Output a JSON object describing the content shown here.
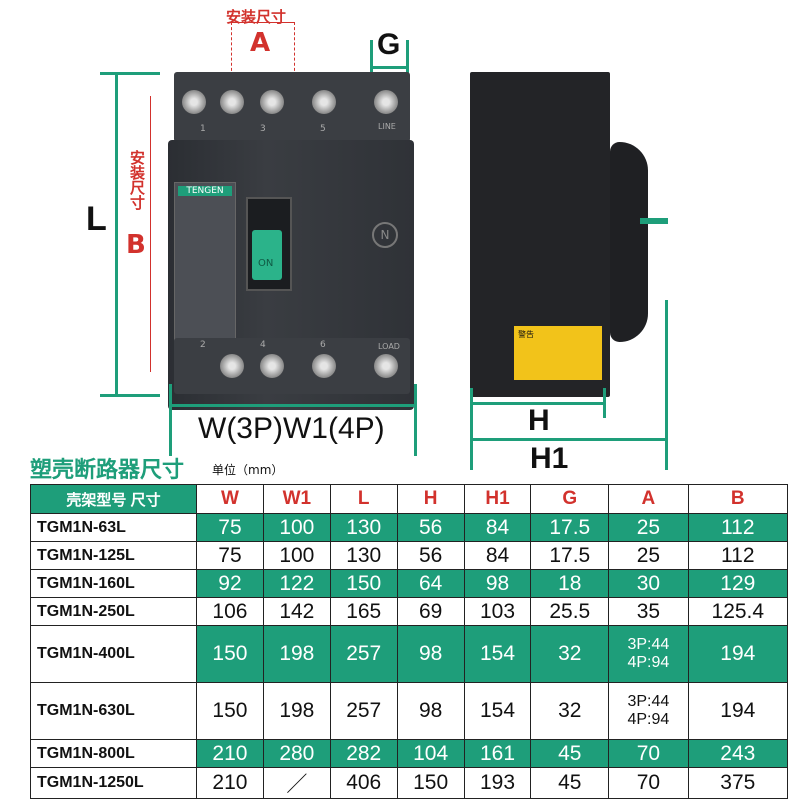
{
  "dimension_labels": {
    "install_size_top": "安装尺寸",
    "A": "A",
    "G": "G",
    "L": "L",
    "install_size_side": "安装尺寸",
    "B": "B",
    "width_label": "W(3P)W1(4P)",
    "H": "H",
    "H1": "H1"
  },
  "breaker_markings": {
    "brand": "TENGEN",
    "line": "LINE",
    "load": "LOAD",
    "neutral": "N",
    "handle_state": "ON",
    "top_poles": [
      "1",
      "3",
      "5"
    ],
    "bottom_poles": [
      "2",
      "4",
      "6"
    ],
    "warning": "警告"
  },
  "table": {
    "title": "塑壳断路器尺寸",
    "unit": "单位（mm）",
    "header_frame": "壳架型号  尺寸",
    "columns": [
      "W",
      "W1",
      "L",
      "H",
      "H1",
      "G",
      "A",
      "B"
    ],
    "rows": [
      {
        "model": "TGM1N-63L",
        "values": [
          "75",
          "100",
          "130",
          "56",
          "84",
          "17.5",
          "25",
          "112"
        ],
        "highlight": true
      },
      {
        "model": "TGM1N-125L",
        "values": [
          "75",
          "100",
          "130",
          "56",
          "84",
          "17.5",
          "25",
          "112"
        ],
        "highlight": false
      },
      {
        "model": "TGM1N-160L",
        "values": [
          "92",
          "122",
          "150",
          "64",
          "98",
          "18",
          "30",
          "129"
        ],
        "highlight": true
      },
      {
        "model": "TGM1N-250L",
        "values": [
          "106",
          "142",
          "165",
          "69",
          "103",
          "25.5",
          "35",
          "125.4"
        ],
        "highlight": false
      },
      {
        "model": "TGM1N-400L",
        "values": [
          "150",
          "198",
          "257",
          "98",
          "154",
          "32",
          "3P:44\n4P:94",
          "194"
        ],
        "highlight": true
      },
      {
        "model": "TGM1N-630L",
        "values": [
          "150",
          "198",
          "257",
          "98",
          "154",
          "32",
          "3P:44\n4P:94",
          "194"
        ],
        "highlight": false
      },
      {
        "model": "TGM1N-800L",
        "values": [
          "210",
          "280",
          "282",
          "104",
          "161",
          "45",
          "70",
          "243"
        ],
        "highlight": true
      },
      {
        "model": "TGM1N-1250L",
        "values": [
          "210",
          "／",
          "406",
          "150",
          "193",
          "45",
          "70",
          "375"
        ],
        "highlight": false
      }
    ]
  },
  "colors": {
    "accent": "#1e9e7a",
    "dimension_red": "#d2322d"
  }
}
